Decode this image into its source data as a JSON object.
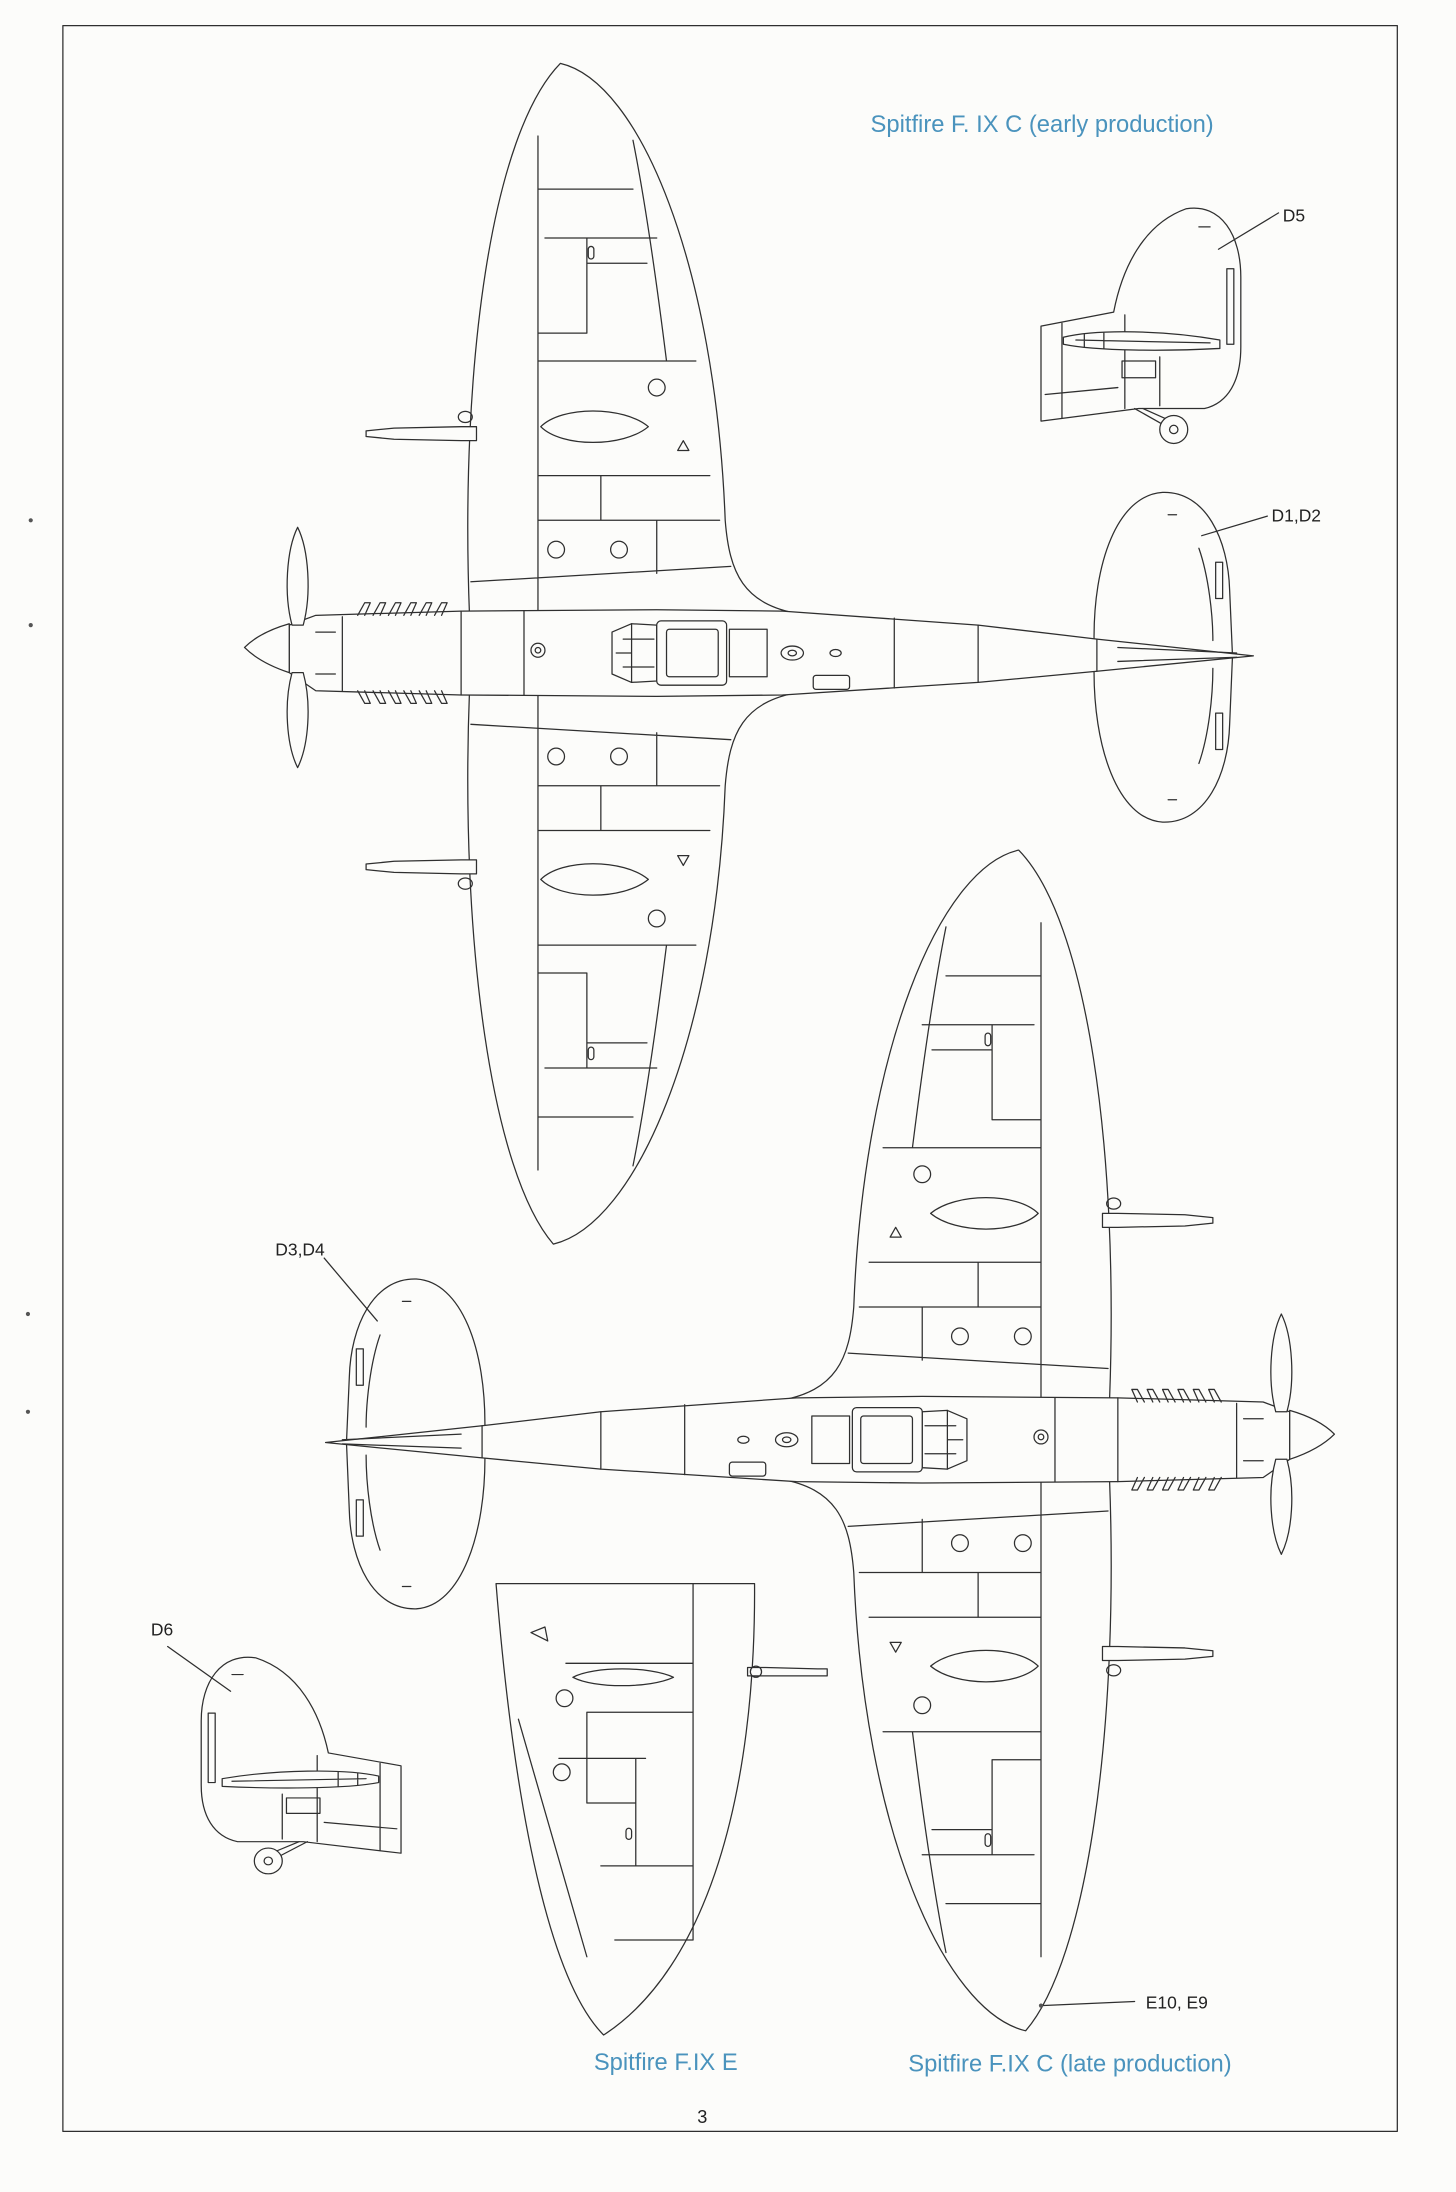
{
  "page": {
    "number": "3"
  },
  "titles": {
    "early_production": "Spitfire F. IX C (early production)",
    "fix_e": "Spitfire F.IX E",
    "late_production": "Spitfire F.IX C (late production)"
  },
  "callouts": {
    "d5": "D5",
    "d1_d2": "D1,D2",
    "d3_d4": "D3,D4",
    "d6": "D6",
    "e10_e9": "E10, E9"
  },
  "colors": {
    "title": "#4a93bd",
    "line": "#2f2f2f",
    "paper": "#fcfcfa"
  }
}
